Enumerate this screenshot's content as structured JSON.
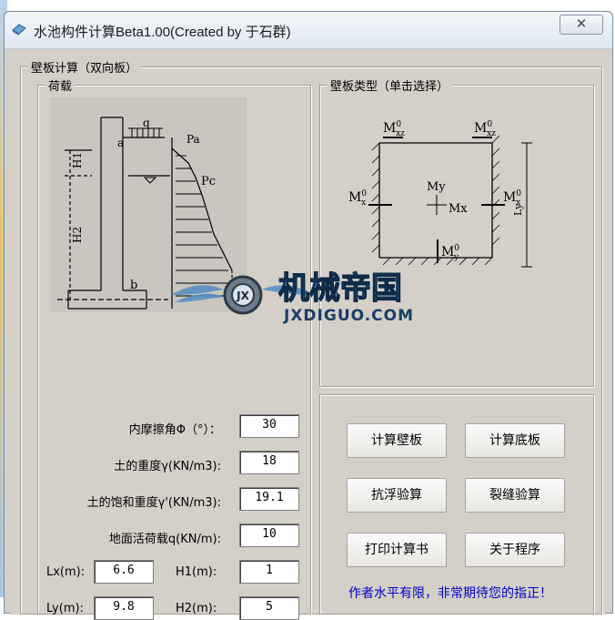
{
  "window": {
    "title": "水池构件计算Beta1.00(Created by 于石群)",
    "close_glyph": "✕"
  },
  "panel": {
    "title": "壁板计算（双向板）"
  },
  "load_group": {
    "title": "荷载",
    "diagram": {
      "q": "q",
      "a": "a",
      "Pa": "Pa",
      "Pc": "Pc",
      "H1": "H1",
      "H2": "H2",
      "b": "b"
    }
  },
  "type_group": {
    "title": "壁板类型（单击选择）",
    "diagram": {
      "Mxz_top_left": "M",
      "Mxz_sup": "0",
      "Mxz_sub": "xz",
      "My": "My",
      "Mx": "Mx",
      "Mx0": "M",
      "sup0": "0",
      "sub_x": "x",
      "My0_sub": "y",
      "Ly": "Ly"
    }
  },
  "fields": [
    {
      "label": "内摩擦角Φ（°）：",
      "value": "30"
    },
    {
      "label": "土的重度γ(KN/m3):",
      "value": "18"
    },
    {
      "label": "土的饱和重度γ'(KN/m3):",
      "value": "19.1"
    },
    {
      "label": "地面活荷载q(KN/m):",
      "value": "10"
    }
  ],
  "dims": [
    {
      "label": "Lx(m):",
      "value": "6.6"
    },
    {
      "label": "H1(m):",
      "value": "1"
    },
    {
      "label": "Ly(m):",
      "value": "9.8"
    },
    {
      "label": "H2(m):",
      "value": "5"
    }
  ],
  "buttons": {
    "calc_wall": "计算壁板",
    "calc_bottom": "计算底板",
    "anti_float": "抗浮验算",
    "crack": "裂缝验算",
    "print": "打印计算书",
    "about": "关于程序"
  },
  "note": "作者水平有限，非常期待您的指正！",
  "watermark": {
    "cn": "机械帝国",
    "en": "JXDIGUO.COM",
    "badge": "JX"
  }
}
